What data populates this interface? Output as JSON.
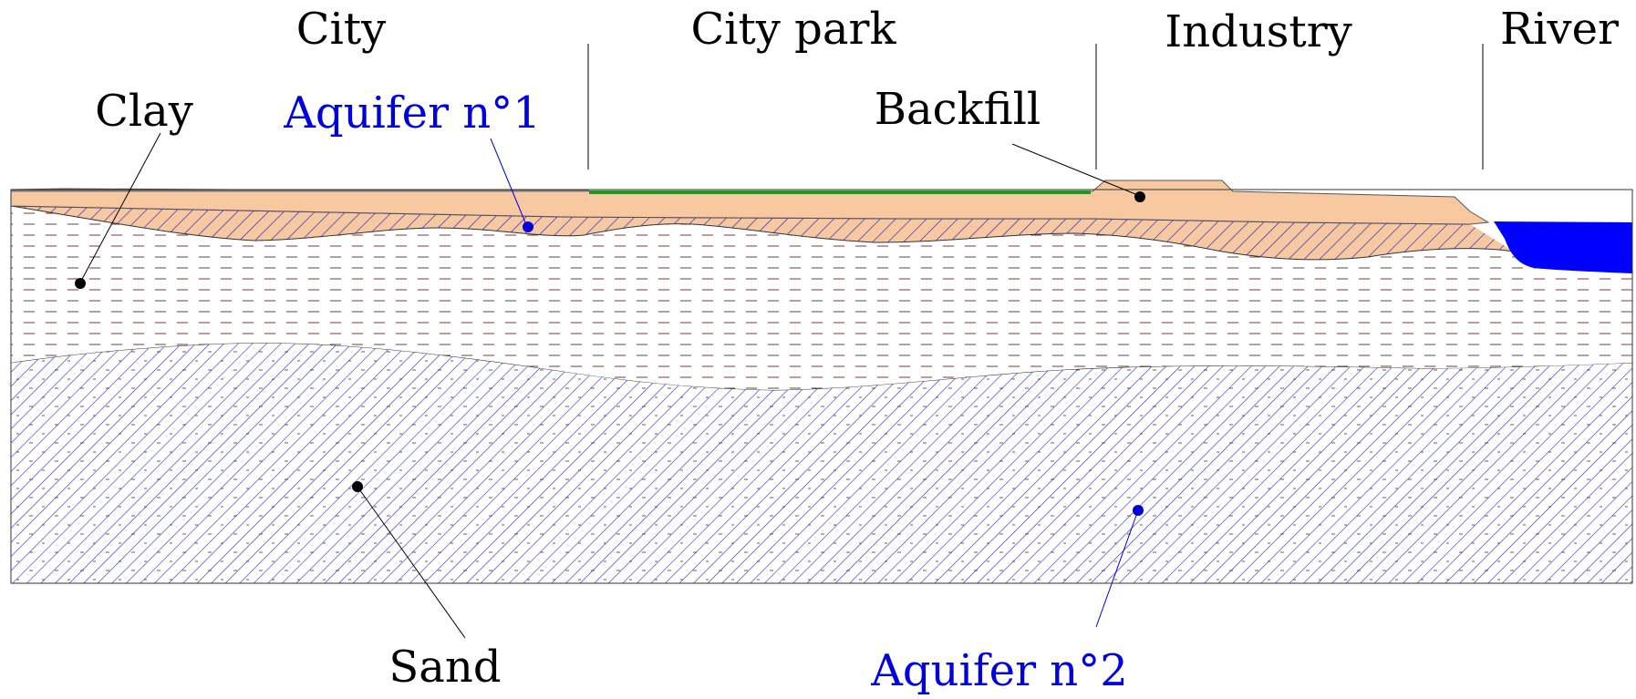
{
  "zones": {
    "city": "City",
    "city_park": "City park",
    "industry": "Industry",
    "river": "River"
  },
  "layers": {
    "clay": "Clay",
    "aquifer1": "Aquifer n°1",
    "backfill": "Backfill",
    "sand": "Sand",
    "aquifer2": "Aquifer n°2"
  },
  "colors": {
    "backfill": "#f8c9a0",
    "aquifer_hatch": "#2a2ad0",
    "clay_dash": "#7a3b3b",
    "park_grass": "#1a9a1a",
    "river_water": "#0000ff",
    "label_blue": "#0000dd"
  }
}
